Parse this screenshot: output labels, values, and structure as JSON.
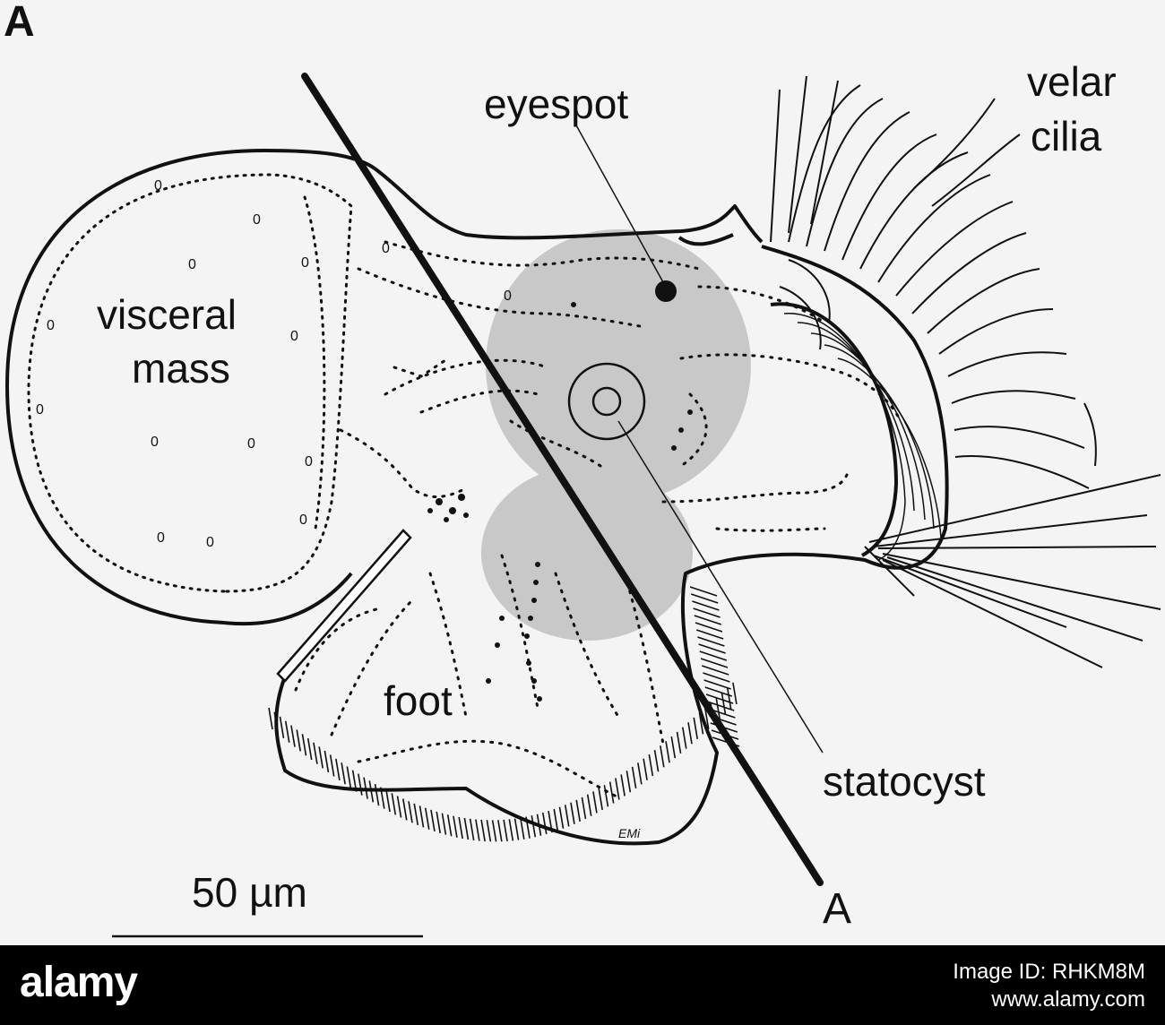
{
  "figure": {
    "panel_label": "A",
    "section_marker": "A",
    "labels": {
      "eyespot": "eyespot",
      "velar_line1": "velar",
      "velar_line2": "cilia",
      "visceral_line1": "visceral",
      "visceral_line2": "mass",
      "foot": "foot",
      "statocyst": "statocyst",
      "scale": "50 µm",
      "signature": "EMi"
    },
    "colors": {
      "ink": "#111111",
      "shading": "#c8c8c8",
      "background": "#f4f4f4"
    }
  },
  "footer": {
    "brand": "alamy",
    "image_id": "Image ID: RHKM8M",
    "site": "www.alamy.com",
    "colors": {
      "bar": "#000000",
      "text": "#ffffff"
    }
  }
}
